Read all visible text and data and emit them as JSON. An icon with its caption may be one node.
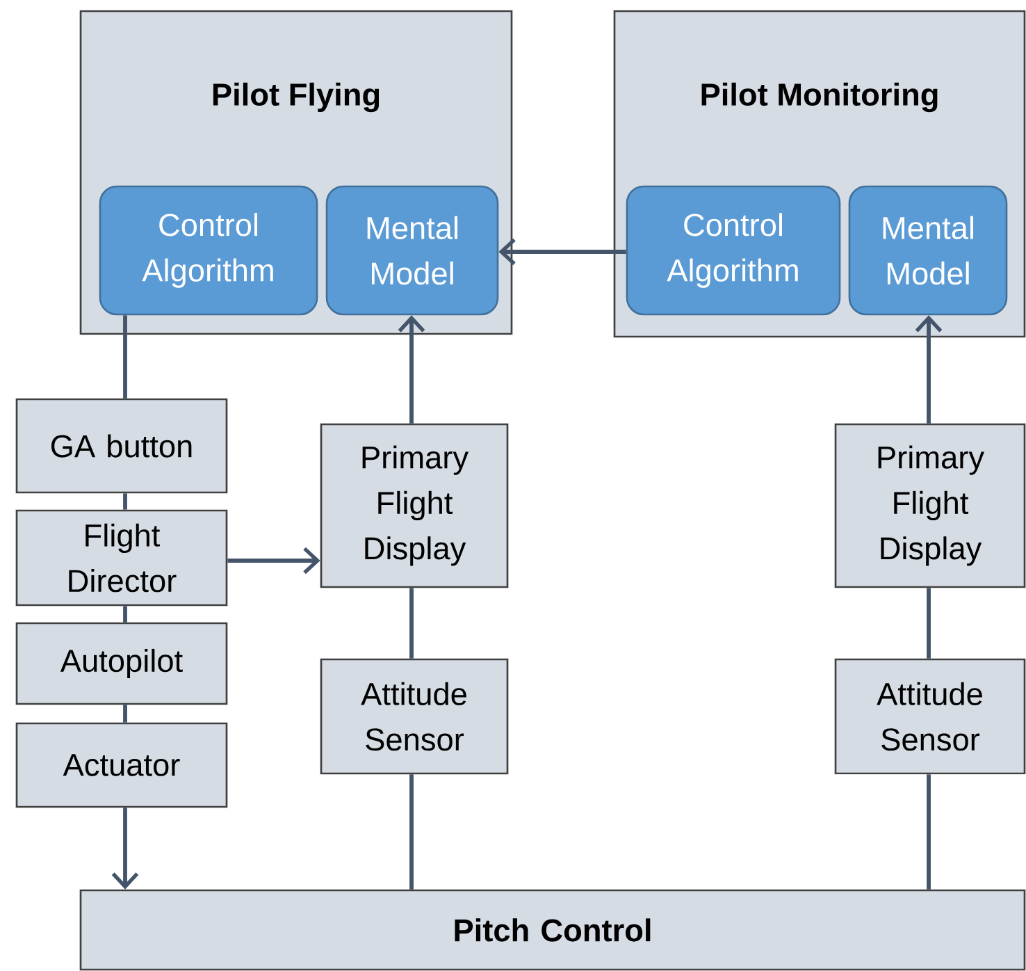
{
  "diagram": {
    "nodes": [
      {
        "text": [
          "Pilot Flying"
        ]
      },
      {
        "text": [
          "Control Algorithm"
        ],
        "in": 0
      },
      {
        "text": [
          "Mental Model"
        ],
        "in": 0
      },
      {
        "text": [
          "Pilot Monitoring"
        ]
      },
      {
        "text": [
          "Control Algorithm"
        ],
        "in": 3
      },
      {
        "text": [
          "Mental Model"
        ],
        "in": 3
      },
      {
        "text": [
          "GA button"
        ]
      },
      {
        "text": [
          "Flight Director"
        ]
      },
      {
        "text": [
          "Autopilot"
        ]
      },
      {
        "text": [
          "Actuator"
        ]
      },
      {
        "text": [
          "Primary Flight Display"
        ]
      },
      {
        "text": [
          "Attitude Sensor"
        ]
      },
      {
        "text": [
          "Primary Flight Display"
        ]
      },
      {
        "text": [
          "Attitude Sensor"
        ]
      },
      {
        "text": [
          "Pitch Control"
        ]
      }
    ],
    "edges": [
      {
        "from": 1,
        "to": 6,
        "arrow": "none"
      },
      {
        "from": 6,
        "to": 7,
        "arrow": "none"
      },
      {
        "from": 7,
        "to": 8,
        "arrow": "none"
      },
      {
        "from": 8,
        "to": 9,
        "arrow": "none"
      },
      {
        "from": 9,
        "to": 14,
        "arrow": "to"
      },
      {
        "from": 7,
        "to": 10,
        "arrow": "to"
      },
      {
        "from": 11,
        "to": 10,
        "arrow": "none"
      },
      {
        "from": 14,
        "to": 11,
        "arrow": "none"
      },
      {
        "from": 10,
        "to": 2,
        "arrow": "to"
      },
      {
        "from": 14,
        "to": 13,
        "arrow": "none"
      },
      {
        "from": 13,
        "to": 12,
        "arrow": "none"
      },
      {
        "from": 12,
        "to": 5,
        "arrow": "to"
      },
      {
        "from": 4,
        "to": 2,
        "arrow": "to"
      }
    ]
  }
}
